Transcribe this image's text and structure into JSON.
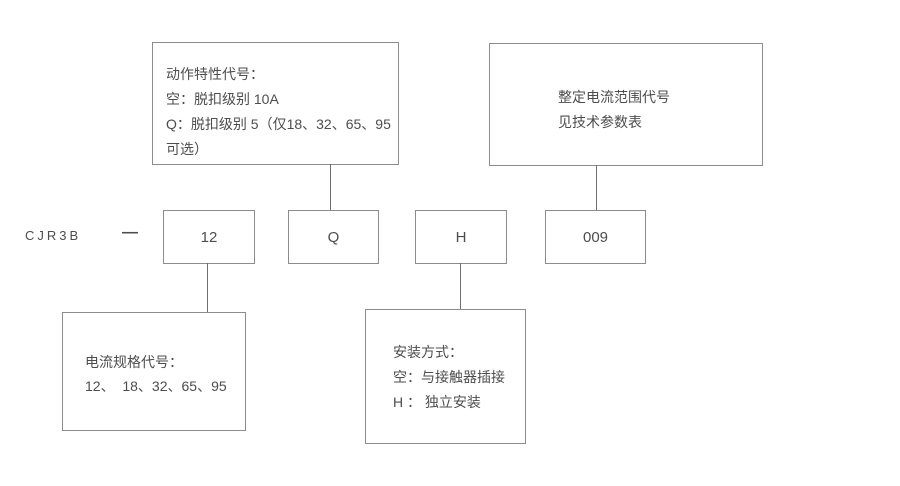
{
  "title": "CJR3B 型号含义图",
  "colors": {
    "background": "#ffffff",
    "box_border": "#8c8c8c",
    "connector_line": "#6e6e6e",
    "text": "#4d4d4d"
  },
  "model": {
    "prefix": "CJR3B",
    "dash": "—"
  },
  "code_boxes": [
    {
      "value": "12"
    },
    {
      "value": "Q"
    },
    {
      "value": "H"
    },
    {
      "value": "009"
    }
  ],
  "callouts": {
    "top_left": {
      "lines": [
        "动作特性代号：",
        "空：脱扣级别 10A",
        "Q：脱扣级别 5（仅18、32、65、95",
        "可选）"
      ]
    },
    "top_right": {
      "lines": [
        "整定电流范围代号",
        "见技术参数表"
      ]
    },
    "bottom_left": {
      "lines": [
        "电流规格代号：",
        "12、  18、32、65、95"
      ]
    },
    "bottom_middle": {
      "lines": [
        "安装方式：",
        "空：与接触器插接",
        "H ： 独立安装"
      ]
    }
  }
}
